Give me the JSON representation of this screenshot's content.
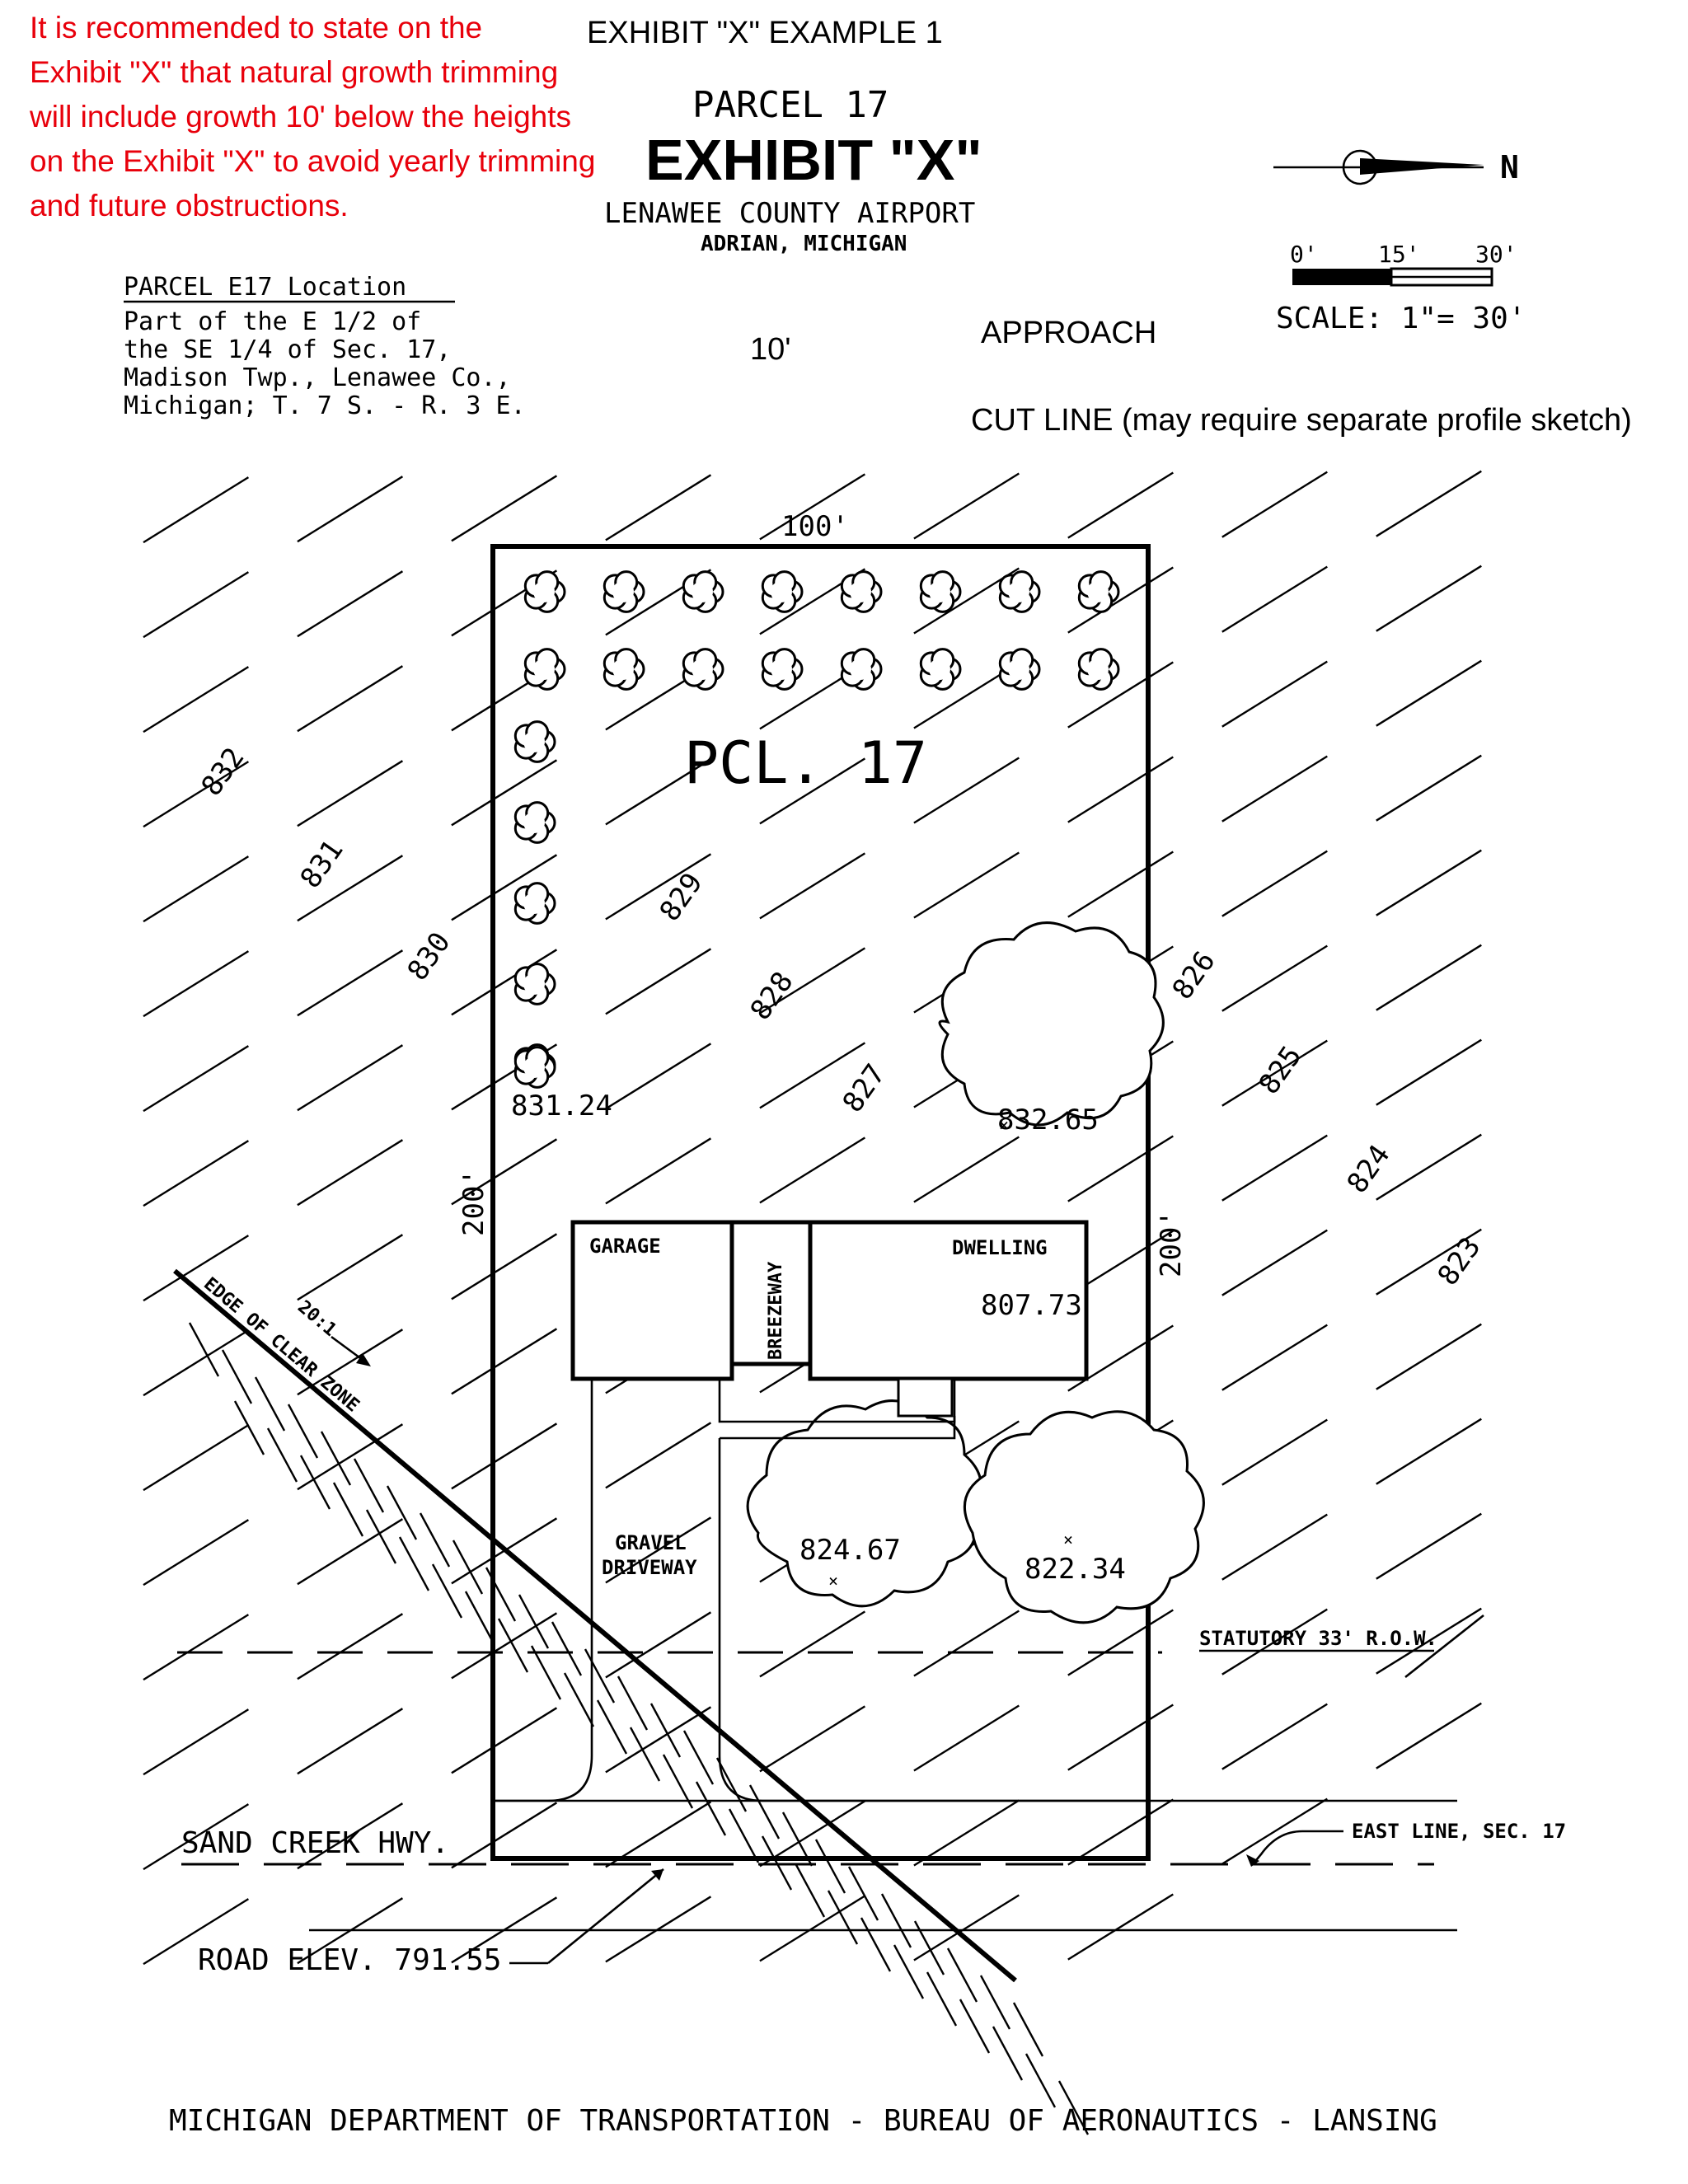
{
  "note": {
    "lines": [
      "It is recommended to state on the",
      "Exhibit \"X\" that natural growth trimming",
      "will include growth 10' below the heights",
      "on the Exhibit \"X\" to avoid yearly trimming",
      "and future obstructions."
    ],
    "color": "#e8000b"
  },
  "header": {
    "example_title": "EXHIBIT \"X\" EXAMPLE 1",
    "parcel": "PARCEL 17",
    "exhibit": "EXHIBIT \"X\"",
    "airport": "LENAWEE COUNTY AIRPORT",
    "city": "ADRIAN, MICHIGAN"
  },
  "location": {
    "title": "PARCEL E17 Location",
    "lines": [
      "Part of the E 1/2 of",
      "the SE 1/4 of Sec. 17,",
      "Madison Twp., Lenawee Co.,",
      "Michigan; T. 7 S. - R. 3 E."
    ]
  },
  "north_label": "N",
  "scale": {
    "ticks": [
      "0'",
      "15'",
      "30'"
    ],
    "text": "SCALE: 1\"= 30'"
  },
  "annotations": {
    "ten_ft": "10'",
    "approach": "APPROACH",
    "cut_line": "CUT LINE (may require separate profile sketch)"
  },
  "parcel": {
    "top_dim": "100'",
    "side_dim_left": "200'",
    "side_dim_right": "200'",
    "label": "PCL. 17"
  },
  "contours": [
    "832",
    "831",
    "830",
    "829",
    "828",
    "827",
    "826",
    "825",
    "824",
    "823"
  ],
  "structures": {
    "garage": "GARAGE",
    "breezeway": "BREEZEWAY",
    "dwelling": "DWELLING",
    "dwelling_elev": "807.73",
    "driveway_line1": "GRAVEL",
    "driveway_line2": "DRIVEWAY"
  },
  "elevations": {
    "tree_row_end": "831.24",
    "tree_ne": "832.65",
    "tree_sw": "824.67",
    "tree_se": "822.34"
  },
  "clear_zone": {
    "label": "EDGE OF CLEAR ZONE",
    "ratio": "20:1"
  },
  "labels": {
    "row": "STATUTORY 33' R.O.W.",
    "east_line": "EAST LINE, SEC. 17",
    "road": "SAND CREEK HWY.",
    "road_elev": "ROAD ELEV. 791.55"
  },
  "footer": "MICHIGAN DEPARTMENT OF TRANSPORTATION - BUREAU OF AERONAUTICS - LANSING"
}
